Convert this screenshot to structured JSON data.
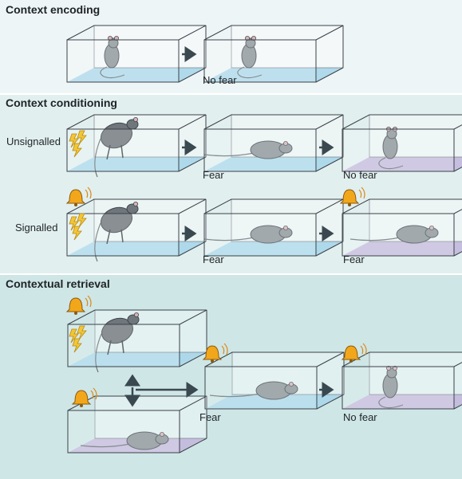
{
  "panels": {
    "encoding": {
      "title": "Context encoding",
      "labels": [
        "No fear"
      ]
    },
    "conditioning": {
      "title": "Context conditioning",
      "rows": [
        {
          "name": "Unsignalled",
          "outcomes": [
            "Fear",
            "No fear"
          ]
        },
        {
          "name": "Signalled",
          "outcomes": [
            "Fear",
            "Fear"
          ]
        }
      ]
    },
    "retrieval": {
      "title": "Contextual retrieval",
      "outcomes": [
        "Fear",
        "No fear"
      ]
    }
  },
  "colors": {
    "floor_blue": "#a9d6ea",
    "floor_purple": "#c3b8dc",
    "box_edge": "#3a4248",
    "arrow": "#3a4850",
    "bell": "#f2a71b",
    "shock": "#f3c637",
    "rat": "#8e969c"
  },
  "icons": [
    "cage-box",
    "rat",
    "bell-icon",
    "shock-icon",
    "arrow-right-icon",
    "bidirectional-arrow-icon"
  ]
}
